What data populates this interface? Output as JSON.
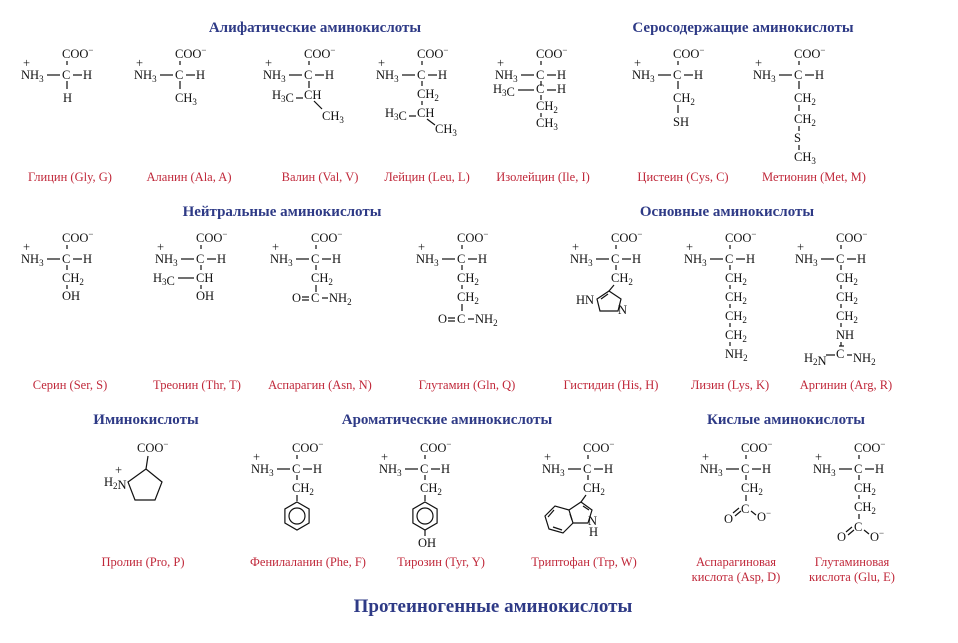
{
  "title": "Протеиногенные аминокислоты",
  "groups": {
    "aliphatic": "Алифатические аминокислоты",
    "sulfur": "Серосодержащие аминокислоты",
    "neutral": "Нейтральные аминокислоты",
    "basic": "Основные аминокислоты",
    "imino": "Иминокислоты",
    "aromatic": "Ароматические аминокислоты",
    "acidic": "Кислые аминокислоты"
  },
  "names": {
    "gly": "Глицин (Gly, G)",
    "ala": "Аланин (Ala, A)",
    "val": "Валин (Val, V)",
    "leu": "Лейцин (Leu, L)",
    "ile": "Изолейцин (Ile, I)",
    "cys": "Цистеин (Cys, C)",
    "met": "Метионин (Met, M)",
    "ser": "Серин (Ser, S)",
    "thr": "Треонин (Thr, T)",
    "asn": "Аспарагин (Asn, N)",
    "gln": "Глутамин (Gln, Q)",
    "his": "Гистидин (His, H)",
    "lys": "Лизин (Lys, K)",
    "arg": "Аргинин (Arg, R)",
    "pro": "Пролин (Pro, P)",
    "phe": "Фенилаланин (Phe, F)",
    "tyr": "Тирозин (Tyr, Y)",
    "trp": "Триптофан (Trp, W)",
    "asp_1": "Аспарагиновая",
    "asp_2": "кислота (Asp, D)",
    "glu_1": "Глутаминовая",
    "glu_2": "кислота (Glu, E)"
  },
  "chem": {
    "coo": "COO",
    "minus": "−",
    "plus": "+",
    "nh": "NH",
    "n": "N",
    "c": "C",
    "ch": "CH",
    "h": "H",
    "o": "O",
    "s": "S",
    "oh": "OH",
    "sh": "SH",
    "nh2": "NH",
    "h2": "H",
    "two": "2",
    "three": "3",
    "hn": "HN"
  }
}
